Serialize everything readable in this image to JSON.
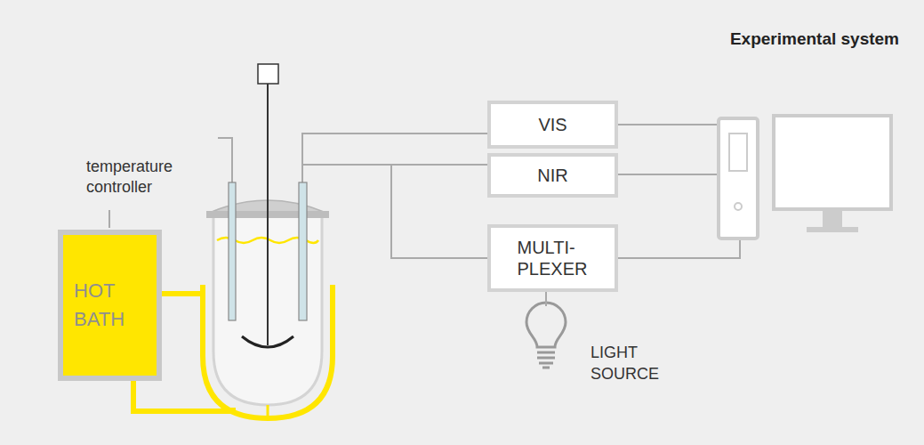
{
  "diagram": {
    "title": "Experimental system",
    "nodes": [
      {
        "text": [
          "HOT BATH"
        ]
      },
      {
        "text": [
          "VIS"
        ]
      },
      {
        "text": [
          "NIR"
        ]
      },
      {
        "text": [
          "MULTI- PLEXER"
        ]
      },
      {
        "text": [
          "LIGHT SOURCE"
        ]
      }
    ],
    "edges": [
      {
        "from": 3,
        "to": 4,
        "arrow": "none"
      }
    ],
    "labels": [
      "temperature controller"
    ]
  }
}
